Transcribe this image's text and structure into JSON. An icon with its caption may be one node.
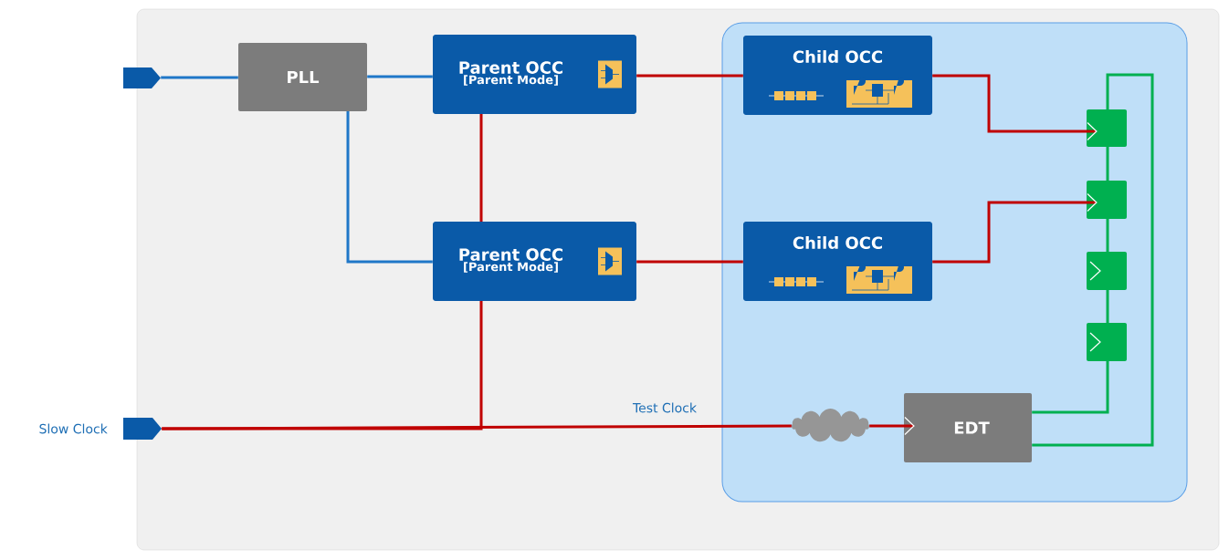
{
  "diagram": {
    "nodes": [
      {
        "text": [],
        "shape": "box"
      },
      {
        "text": [],
        "shape": "box",
        "in": 0
      },
      {
        "text": [],
        "shape": "pentagon"
      },
      {
        "text": [
          "PLL"
        ],
        "in": 0
      },
      {
        "text": [
          "Parent OCC",
          "[Parent Mode]"
        ],
        "in": 0
      },
      {
        "text": [
          "Parent OCC",
          "[Parent Mode]"
        ],
        "in": 0
      },
      {
        "text": [
          "Child OCC"
        ],
        "in": 1
      },
      {
        "text": [
          "Child OCC"
        ],
        "in": 1
      },
      {
        "text": [],
        "shape": "box",
        "in": 1
      },
      {
        "text": [],
        "shape": "box",
        "in": 1
      },
      {
        "text": [],
        "shape": "box",
        "in": 1
      },
      {
        "text": [],
        "shape": "box",
        "in": 1
      },
      {
        "text": [],
        "shape": "pentagon",
        "beside": [
          "Slow Clock"
        ]
      },
      {
        "text": [],
        "shape": "cloud",
        "in": 1
      },
      {
        "text": [
          "EDT"
        ],
        "in": 1
      }
    ],
    "edges": [
      {
        "from": 2,
        "to": 3,
        "arrow": "none",
        "color": "#1f77c8"
      },
      {
        "from": 3,
        "to": 4,
        "arrow": "none",
        "color": "#1f77c8"
      },
      {
        "from": 3,
        "to": 5,
        "arrow": "none",
        "color": "#1f77c8"
      },
      {
        "from": 4,
        "to": 6,
        "arrow": "none"
      },
      {
        "from": 4,
        "to": 5,
        "arrow": "none"
      },
      {
        "from": 5,
        "to": 7,
        "arrow": "none"
      },
      {
        "from": 12,
        "to": 5,
        "arrow": "none"
      },
      {
        "from": 12,
        "to": 13,
        "arrow": "none",
        "label": "Test Clock"
      },
      {
        "from": 13,
        "to": 14,
        "arrow": "to"
      },
      {
        "from": 6,
        "to": 8,
        "arrow": "to"
      },
      {
        "from": 7,
        "to": 9,
        "arrow": "to"
      },
      {
        "from": 14,
        "to": 11,
        "arrow": "none",
        "color": "#00b050"
      },
      {
        "from": 11,
        "to": 10,
        "arrow": "none",
        "color": "#00b050"
      },
      {
        "from": 10,
        "to": 9,
        "arrow": "none",
        "color": "#00b050"
      },
      {
        "from": 9,
        "to": 8,
        "arrow": "none",
        "color": "#00b050"
      },
      {
        "from": 8,
        "to": 14,
        "arrow": "none",
        "color": "#00b050"
      }
    ]
  }
}
